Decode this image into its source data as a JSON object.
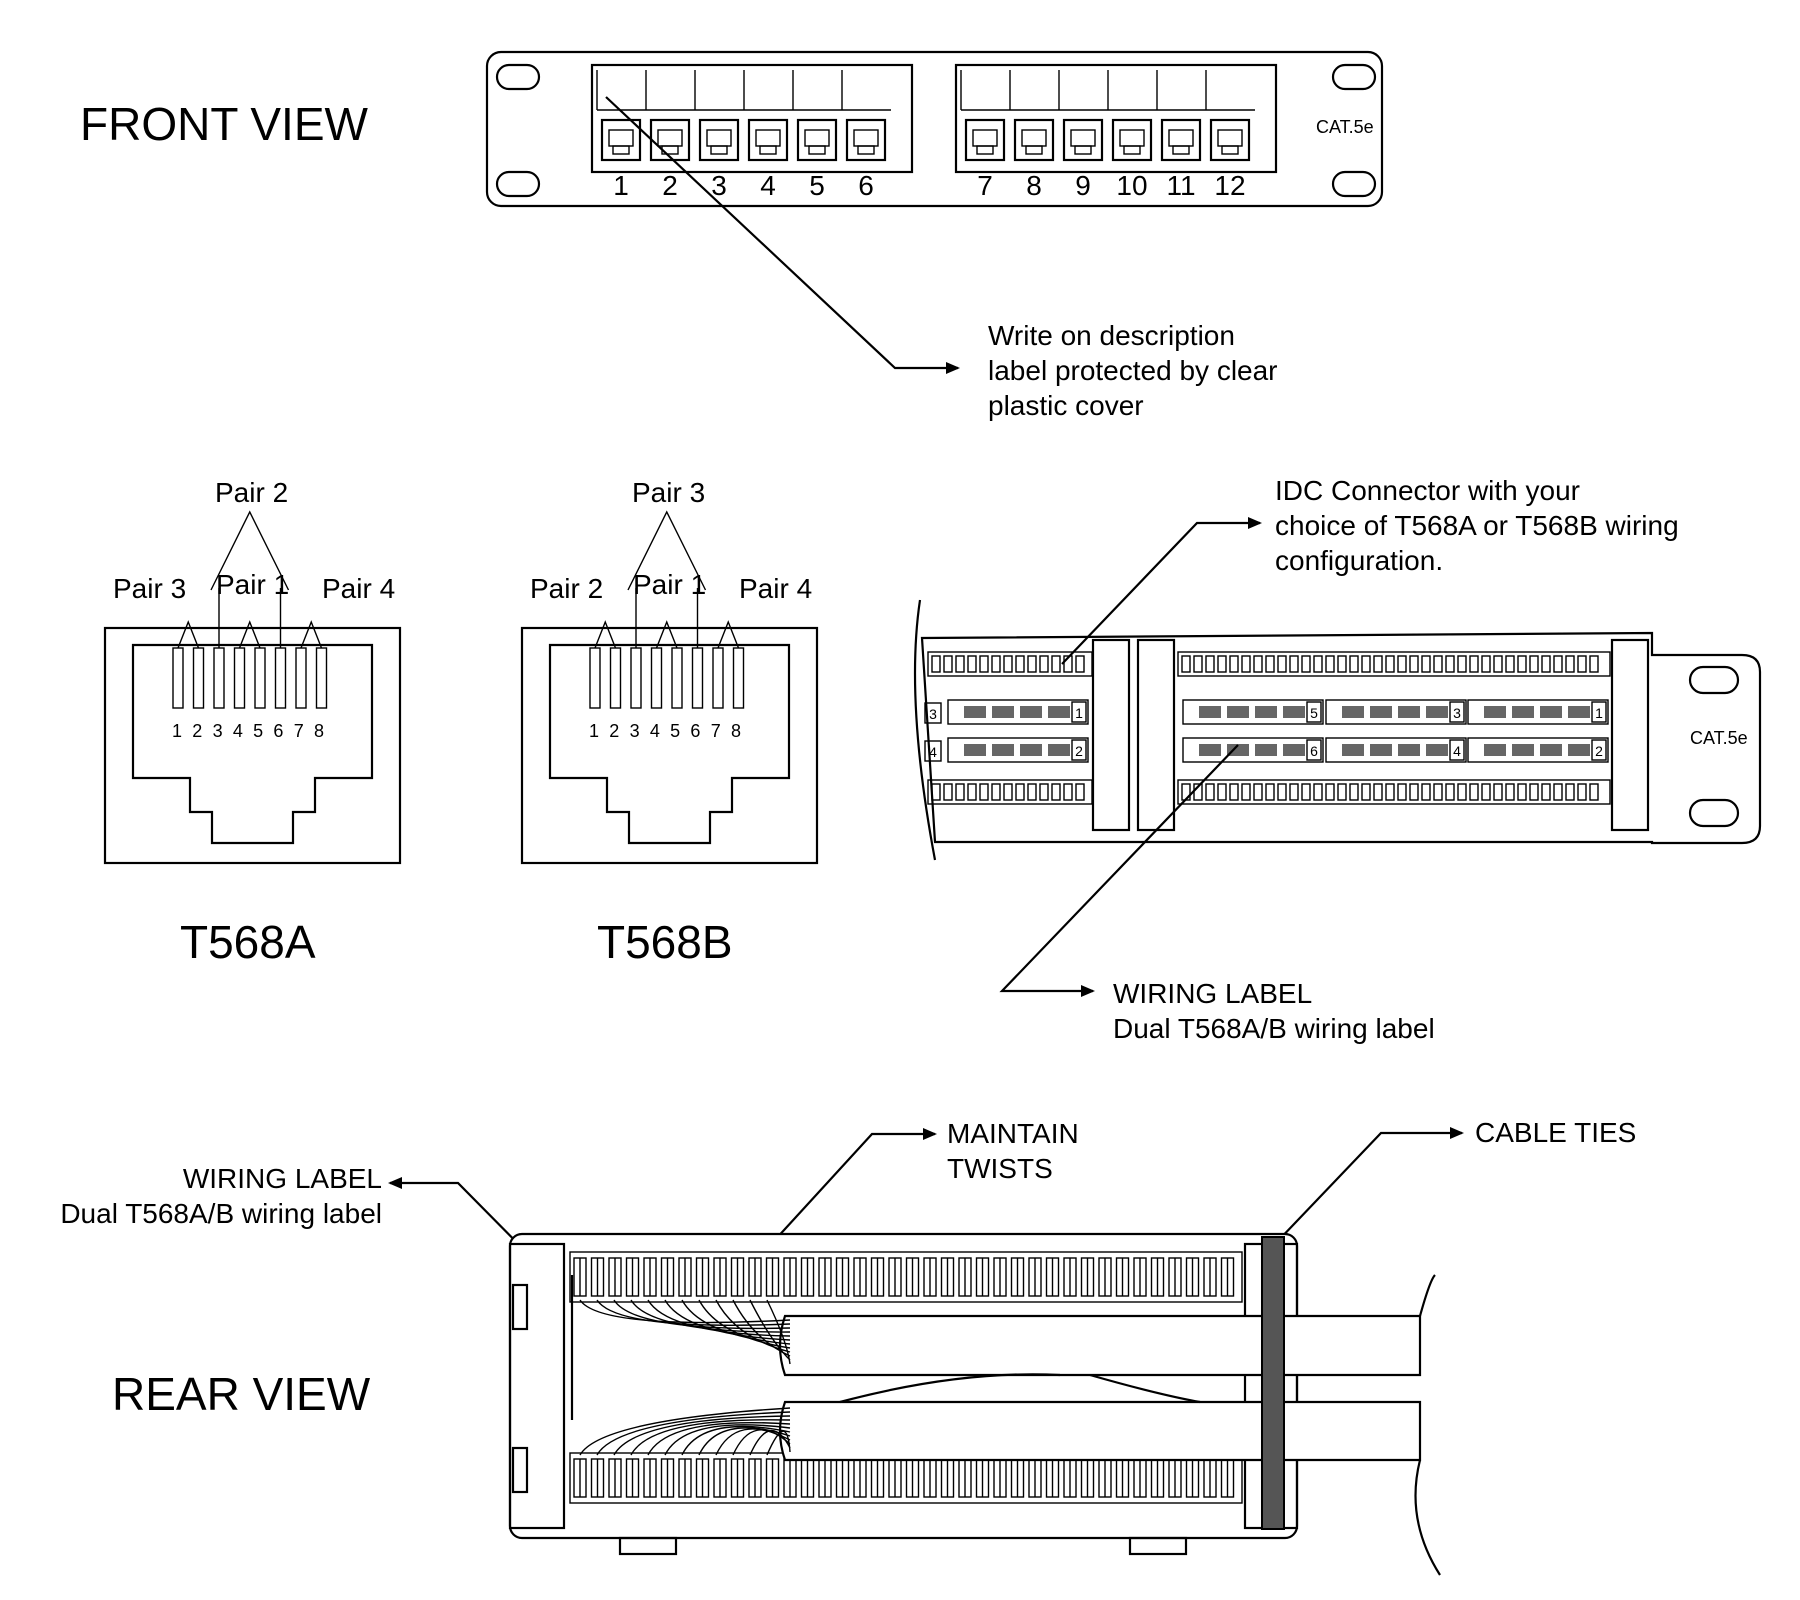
{
  "views": {
    "front": "FRONT VIEW",
    "rear": "REAR VIEW"
  },
  "panel": {
    "cat_label": "CAT.5e",
    "ports_left": [
      "1",
      "2",
      "3",
      "4",
      "5",
      "6"
    ],
    "ports_right": [
      "7",
      "8",
      "9",
      "10",
      "11",
      "12"
    ]
  },
  "callouts": {
    "description_label": [
      "Write on description",
      "label protected by clear",
      "plastic cover"
    ],
    "idc_connector": [
      "IDC Connector with your",
      "choice of T568A or T568B wiring",
      "configuration."
    ],
    "wiring_label_right": [
      "WIRING LABEL",
      "Dual T568A/B wiring label"
    ],
    "wiring_label_left": [
      "WIRING LABEL",
      "Dual T568A/B wiring label"
    ],
    "maintain_twists": [
      "MAINTAIN",
      "TWISTS"
    ],
    "cable_ties": "CABLE TIES"
  },
  "t568a": {
    "title": "T568A",
    "pins": "12345678",
    "pair_top": "Pair 2",
    "pair_left": "Pair 3",
    "pair_mid": "Pair 1",
    "pair_right": "Pair 4"
  },
  "t568b": {
    "title": "T568B",
    "pins": "12345678",
    "pair_top": "Pair 3",
    "pair_left": "Pair 2",
    "pair_mid": "Pair 1",
    "pair_right": "Pair 4"
  },
  "rear_module": {
    "left_numbers": [
      "3",
      "4"
    ],
    "mid_numbers": [
      "5",
      "6"
    ],
    "right_a_numbers": [
      "3",
      "4"
    ],
    "right_b_numbers": [
      "1",
      "2"
    ],
    "left_b_numbers": [
      "1",
      "2"
    ]
  }
}
